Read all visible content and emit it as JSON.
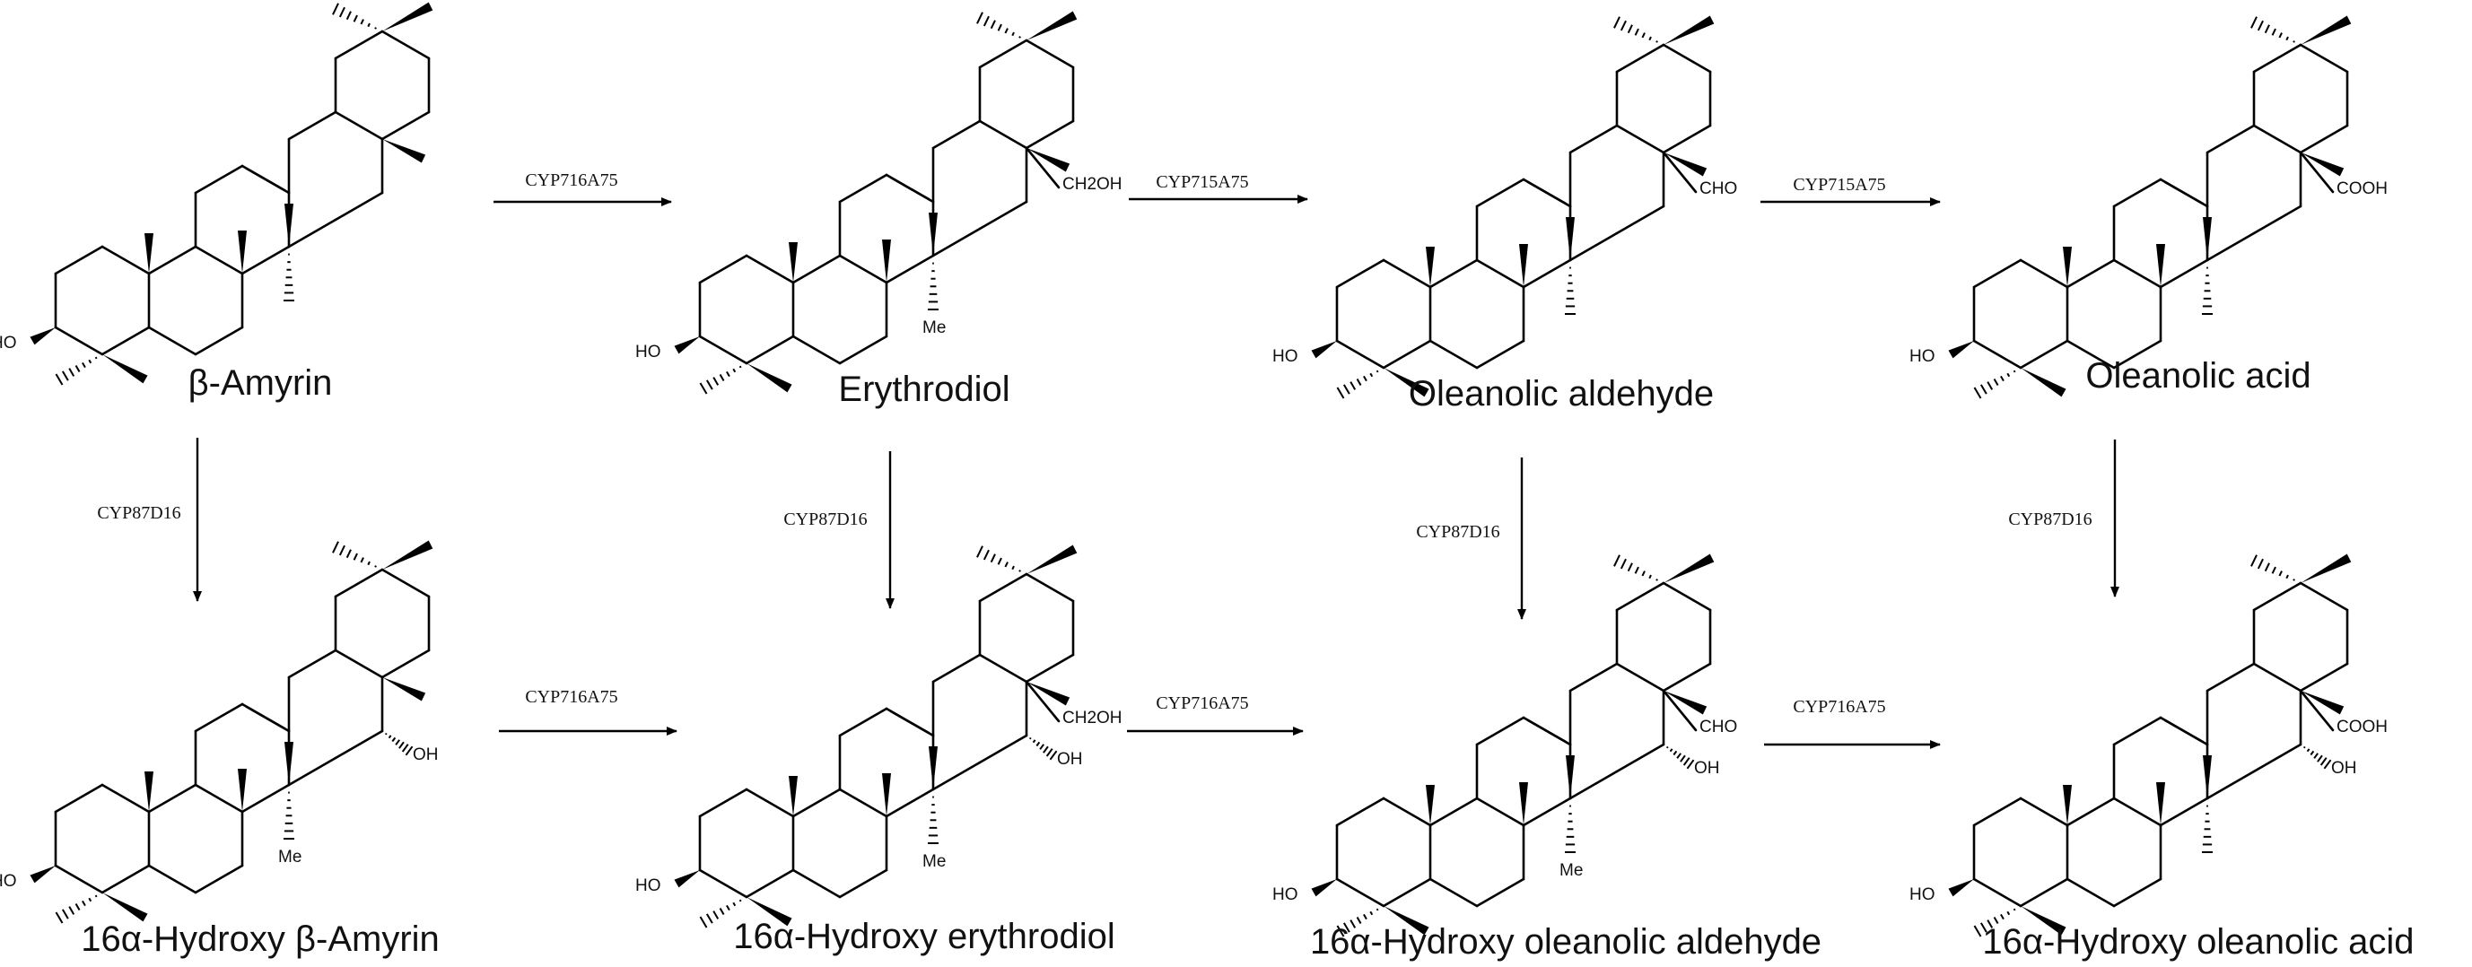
{
  "compounds": [
    {
      "id": "amyrin",
      "name": "β-Amyrin",
      "r28": "",
      "r16": "",
      "ho": "HO",
      "me": ""
    },
    {
      "id": "erythrodiol",
      "name": "Erythrodiol",
      "r28": "CH2OH",
      "r16": "",
      "ho": "HO",
      "me": "Me"
    },
    {
      "id": "ole-ald",
      "name": "Oleanolic aldehyde",
      "r28": "CHO",
      "r16": "",
      "ho": "HO",
      "me": ""
    },
    {
      "id": "ole-acid",
      "name": "Oleanolic acid",
      "r28": "COOH",
      "r16": "",
      "ho": "HO",
      "me": ""
    },
    {
      "id": "h-amyrin",
      "name": "16α-Hydroxy    β-Amyrin",
      "r28": "",
      "r16": "OH",
      "ho": "HO",
      "me": "Me"
    },
    {
      "id": "h-erythrodiol",
      "name": "16α-Hydroxy    erythrodiol",
      "r28": "CH2OH",
      "r16": "OH",
      "ho": "HO",
      "me": "Me"
    },
    {
      "id": "h-ole-ald",
      "name": "16α-Hydroxy    oleanolic aldehyde",
      "r28": "CHO",
      "r16": "OH",
      "ho": "HO",
      "me": "Me"
    },
    {
      "id": "h-ole-acid",
      "name": "16α-Hydroxy    oleanolic acid",
      "r28": "COOH",
      "r16": "OH",
      "ho": "HO",
      "me": ""
    }
  ],
  "enzymes": {
    "top1": "CYP716A75",
    "top2": "CYP715A75",
    "top3": "CYP715A75",
    "bot1": "CYP716A75",
    "bot2": "CYP716A75",
    "bot3": "CYP716A75",
    "down1": "CYP87D16",
    "down2": "CYP87D16",
    "down3": "CYP87D16",
    "down4": "CYP87D16"
  },
  "colors": {
    "ink": "#000000",
    "background": "#ffffff"
  }
}
